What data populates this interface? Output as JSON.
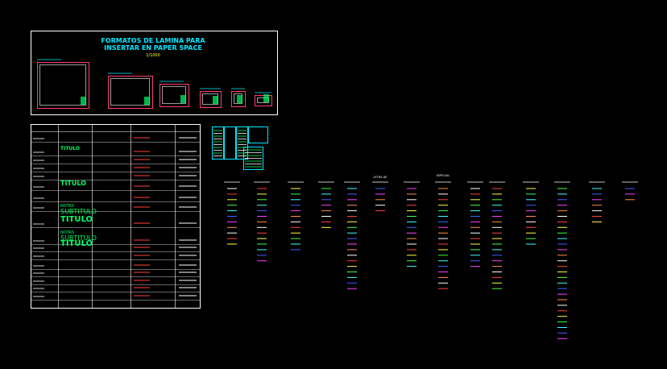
{
  "title_block": {
    "line1": "FORMATOS DE LAMINA PARA",
    "line2": "INSERTAR EN PAPER SPACE",
    "scale": "1/1000"
  },
  "text_styles_table": {
    "sample_small": "TITULO",
    "sample_medium": "TITULO",
    "sample_large": "TITULO",
    "sample_notes_1": "NOTAS",
    "sample_notes_2": "NOTAS",
    "sample_subtitle_1": "SUBTITULO",
    "sample_subtitle_2": "SUBTITULO"
  },
  "layer_columns": {
    "headings": [
      "LETRA DE",
      "ESPECIAL"
    ]
  },
  "colors": {
    "frame": "#ffffff",
    "sheet_border": "#ff3c78",
    "title_text": "#00e8ff",
    "sample_text": "#00ff66",
    "table_lines": "#ffffff",
    "layer_red": "#ff4040",
    "layer_yellow": "#ffff40",
    "layer_green": "#40ff40",
    "layer_cyan": "#40ffff",
    "layer_blue": "#4060ff",
    "layer_magenta": "#ff40ff",
    "layer_white": "#ffffff",
    "layer_orange": "#ff9040"
  }
}
